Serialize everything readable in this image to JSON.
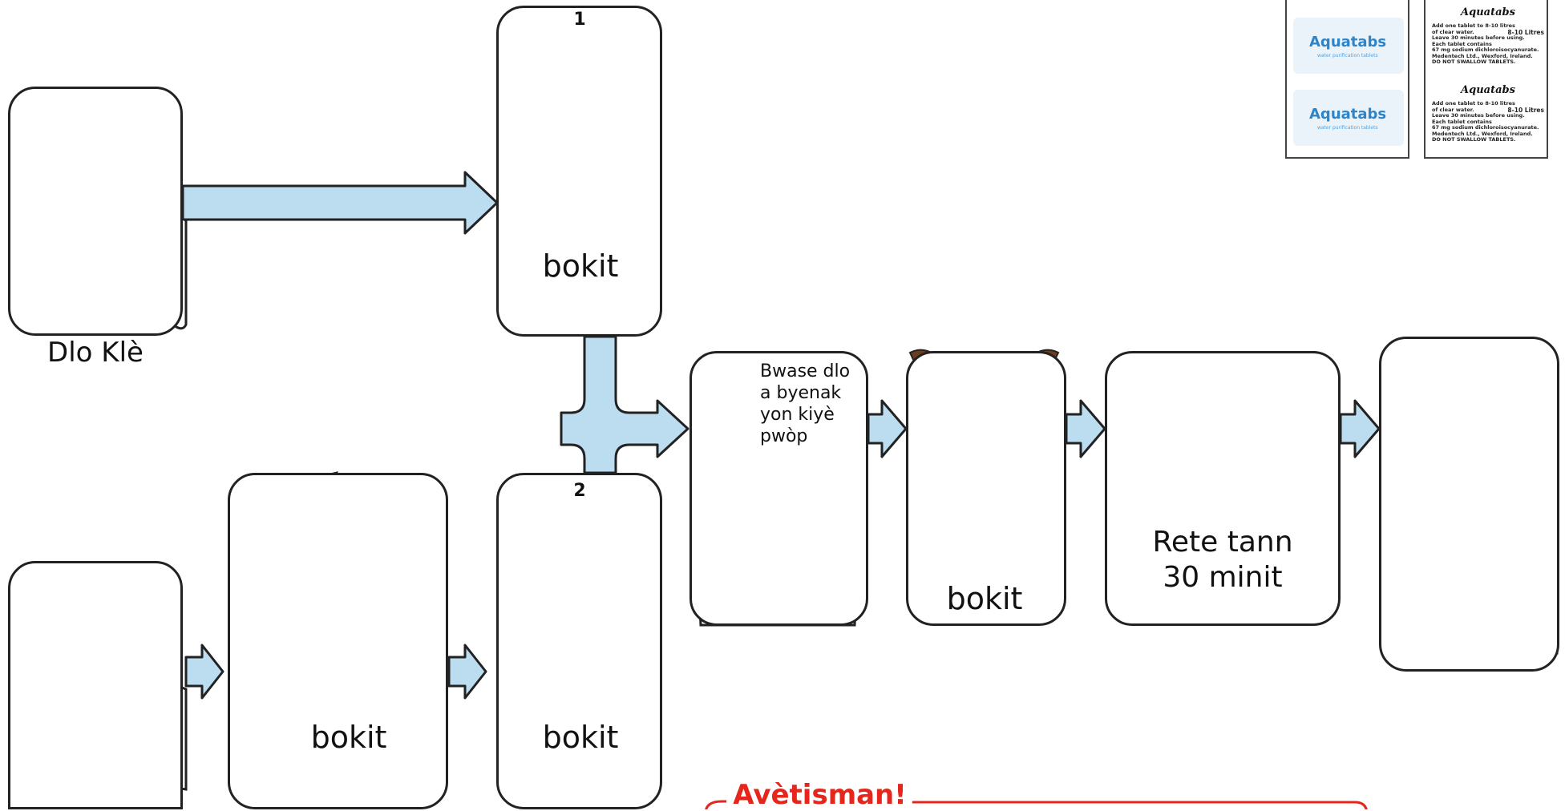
{
  "labels": {
    "clear_water": "Dlo Klè",
    "bucket": "bokit",
    "step1": "1",
    "step2": "2",
    "stir_line1": "Bwase dlo",
    "stir_line2": "a byenak",
    "stir_line3": "yon kiyè",
    "stir_line4": "pwòp",
    "wait_line1": "Rete tann",
    "wait_line2": "30 minit",
    "warning": "Avètisman!"
  },
  "aquatabs": {
    "brand": "Aquatabs",
    "subbrand": "water purification tablets",
    "litres": "8-10 Litres",
    "text1": "Add one tablet to 8-10 litres",
    "text2": "of clear water.",
    "text3": "Leave 30 minutes before using.",
    "text4": "Each tablet contains",
    "text5": "67 mg sodium dichloroisocyanurate.",
    "text6": "Medentech Ltd., Wexford, Ireland.",
    "text7": "DO NOT SWALLOW TABLETS."
  },
  "colors": {
    "arrow_fill": "#bcdcf0",
    "clear_water": "#cfe3ef",
    "muddy_water": "#c9a57a",
    "blue_arrow": "#2d6cb5",
    "warning_red": "#e4261c",
    "shirt": "#f5c84a",
    "skin": "#6b3d1e"
  }
}
